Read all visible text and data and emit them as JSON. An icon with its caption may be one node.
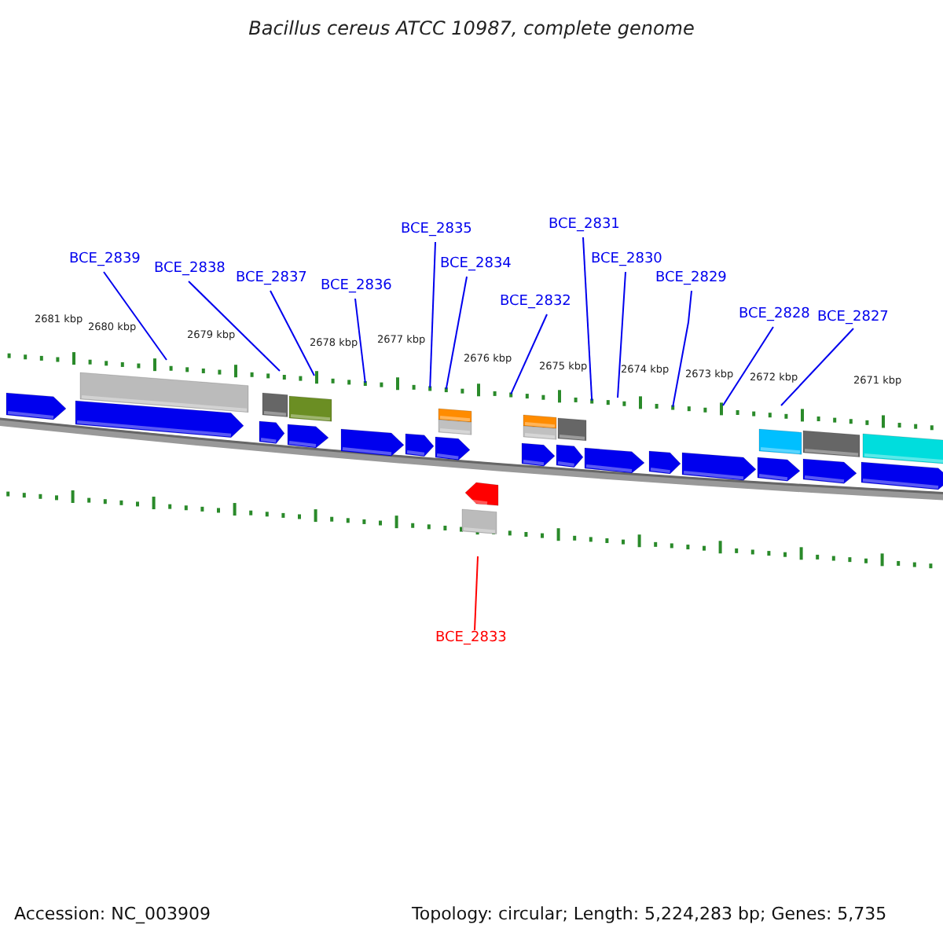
{
  "diagram": {
    "title": "Bacillus cereus ATCC 10987, complete genome",
    "nodes": [
      {
        "text": [
          "BCE_2839"
        ]
      },
      {
        "text": [
          "BCE_2838"
        ]
      },
      {
        "text": [
          "BCE_2837"
        ]
      },
      {
        "text": [
          "BCE_2836"
        ]
      },
      {
        "text": [
          "BCE_2835"
        ]
      },
      {
        "text": [
          "BCE_2834"
        ]
      },
      {
        "text": [
          "BCE_2833"
        ]
      },
      {
        "text": [
          "BCE_2832"
        ]
      },
      {
        "text": [
          "BCE_2831"
        ]
      },
      {
        "text": [
          "BCE_2830"
        ]
      },
      {
        "text": [
          "BCE_2829"
        ]
      },
      {
        "text": [
          "BCE_2828"
        ]
      },
      {
        "text": [
          "BCE_2827"
        ]
      }
    ],
    "edges": [
      {
        "from": 0,
        "to": null,
        "arrow": "none"
      },
      {
        "from": 1,
        "to": null,
        "arrow": "none"
      },
      {
        "from": 2,
        "to": null,
        "arrow": "none"
      },
      {
        "from": 3,
        "to": null,
        "arrow": "none"
      },
      {
        "from": 4,
        "to": null,
        "arrow": "none"
      },
      {
        "from": 5,
        "to": null,
        "arrow": "none"
      },
      {
        "from": 6,
        "to": null,
        "arrow": "none",
        "color": "#ff0000"
      },
      {
        "from": 7,
        "to": null,
        "arrow": "none"
      },
      {
        "from": 8,
        "to": null,
        "arrow": "none"
      },
      {
        "from": 9,
        "to": null,
        "arrow": "none"
      },
      {
        "from": 10,
        "to": null,
        "arrow": "none"
      },
      {
        "from": 11,
        "to": null,
        "arrow": "none"
      },
      {
        "from": 12,
        "to": null,
        "arrow": "none"
      }
    ],
    "labels": [
      "2681 kbp",
      "2680 kbp",
      "2679 kbp",
      "2678 kbp",
      "2677 kbp",
      "2676 kbp",
      "2675 kbp",
      "2674 kbp",
      "2673 kbp",
      "2672 kbp",
      "2671 kbp",
      "Accession: NC_003909",
      "Topology: circular; Length: 5,224,283 bp; Genes: 5,735"
    ]
  }
}
